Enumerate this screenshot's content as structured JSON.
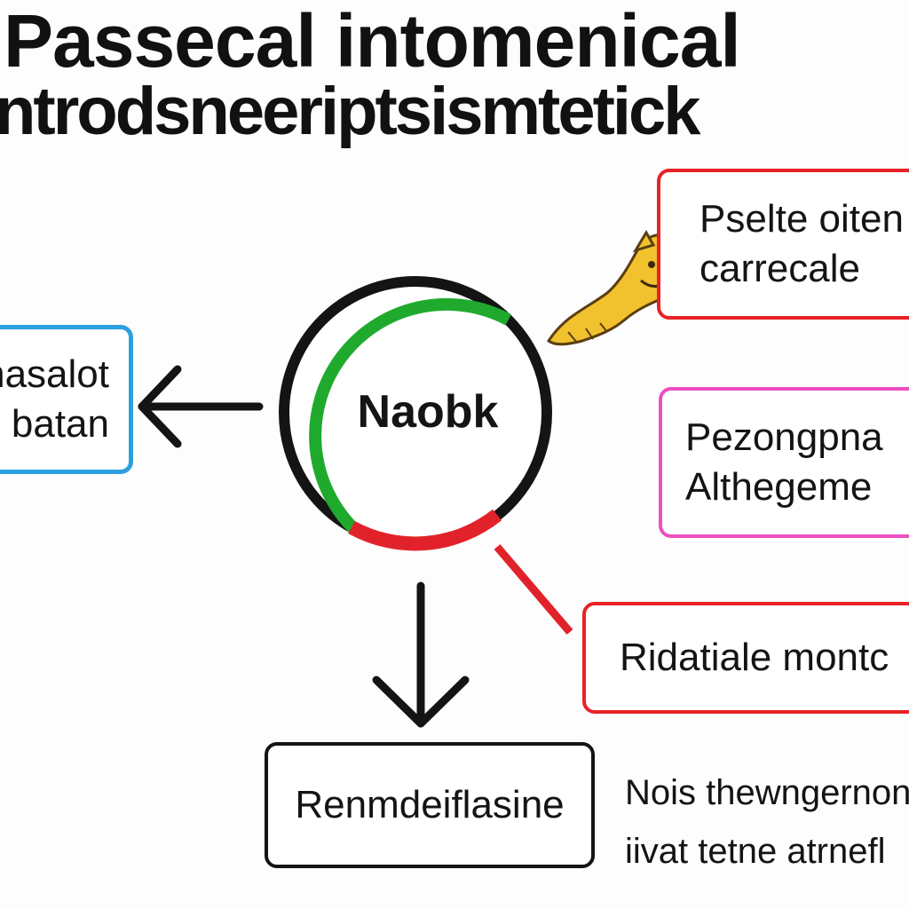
{
  "title": {
    "line1": "Passecal intomenical",
    "line2": "ntrodsneeriptsismtetick"
  },
  "center_node": {
    "label": "Naobk"
  },
  "left_box": {
    "line1": "nasalot",
    "line2": "batan"
  },
  "top_right_box": {
    "line1": "Pselte oiten",
    "line2": "carrecale"
  },
  "mid_right_box": {
    "line1": "Pezongpna",
    "line2": "Althegeme"
  },
  "bottom_right_box": {
    "line1": "Ridatiale montc"
  },
  "bottom_box": {
    "line1": "Renmdeiflasine"
  },
  "side_note": {
    "line1": "Nois thewngernon",
    "line2": "iivat tetne atrnefl"
  },
  "colors": {
    "ring_green": "#1faa2e",
    "ring_black": "#141414",
    "ring_red": "#e2222a",
    "blue_border": "#2b9fe0",
    "red_border": "#e82226",
    "pink_border": "#ec4fc0",
    "mascot_yellow": "#f2c12e"
  },
  "icons": [
    "arrow-left-icon",
    "arrow-down-icon",
    "mascot-icon",
    "status-ring-icon"
  ]
}
